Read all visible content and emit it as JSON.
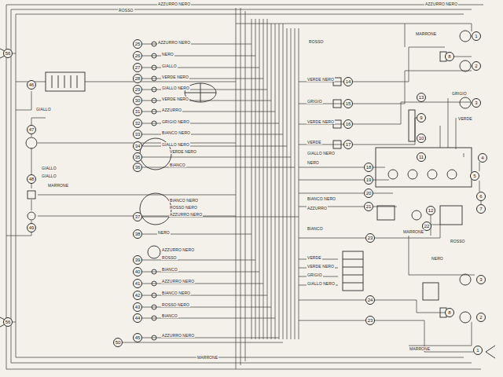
{
  "diagram": {
    "labels": [
      "1",
      "2",
      "3",
      "8",
      "4",
      "5",
      "6",
      "7",
      "9",
      "10",
      "11",
      "12",
      "14",
      "15",
      "16",
      "17",
      "18",
      "19",
      "20",
      "21",
      "22",
      "23",
      "24",
      "23",
      "3",
      "2",
      "1",
      "8",
      "25",
      "26",
      "27",
      "28",
      "29",
      "30",
      "31",
      "32",
      "33",
      "34",
      "35",
      "36",
      "37",
      "38",
      "39",
      "40",
      "41",
      "42",
      "43",
      "44",
      "45",
      "46",
      "47",
      "48",
      "49",
      "50",
      "56",
      "56",
      "13",
      "AZZURRO NERO",
      "AZZURRO NERO",
      "ROSSO",
      "MARRONE",
      "ROSSO",
      "GIALLO",
      "GIALLO",
      "GIALLO",
      "MARRONE",
      "AZZURRO NERO",
      "NERO",
      "GIALLO",
      "VERDE NERO",
      "GIALLO NERO",
      "VERDE NERO",
      "AZZURRO",
      "GRIGIO NERO",
      "BIANCO NERO",
      "GIALLO NERO",
      "VERDE NERO",
      "BIANCO",
      "BIANCO NERO",
      "ROSSO NERO",
      "AZZURRO NERO",
      "NERO",
      "AZZURRO NERO",
      "ROSSO",
      "BIANCO",
      "AZZURRO NERO",
      "BIANCO NERO",
      "ROSSO NERO",
      "BIANCO",
      "AZZURRO NERO",
      "VERDE NERO",
      "GRIGIO",
      "VERDE NERO",
      "VERDE",
      "GIALLO NERO",
      "NERO",
      "BIANCO NERO",
      "AZZURRO",
      "BIANCO",
      "VERDE",
      "VERDE NERO",
      "GRIGIO",
      "GIALLO NERO",
      "MARRONE",
      "NERO",
      "ROSSO",
      "VERDE",
      "GRIGIO",
      "MARRONE",
      "MARRONE"
    ]
  }
}
